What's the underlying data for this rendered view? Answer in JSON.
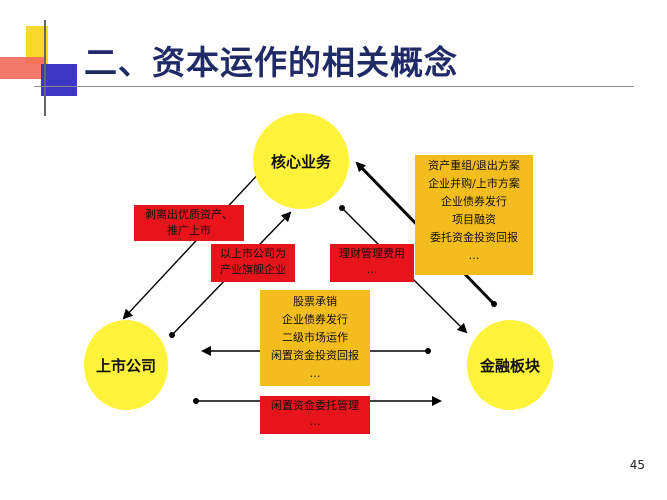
{
  "title": "二、资本运作的相关概念",
  "nodes": {
    "core": "核心业务",
    "listed": "上市公司",
    "finance": "金融板块"
  },
  "boxes": {
    "strip_assets": [
      "剥离出优质资产、",
      "推广上市"
    ],
    "flagship": [
      "以上市公司为",
      "产业旗舰企业"
    ],
    "wealth_fee": [
      "理财管理费用",
      "…"
    ],
    "finance_services": [
      "资产重组/退出方案",
      "企业并购/上市方案",
      "企业债券发行",
      "项目融资",
      "委托资金投资回报",
      "…"
    ],
    "capital_ops": [
      "股票承销",
      "企业债券发行",
      "二级市场运作",
      "闲置资金投资回报",
      "…"
    ],
    "entrusted": [
      "闲置资金委托管理",
      "…"
    ]
  },
  "page_number": "45",
  "colors": {
    "circle": "#fff23a",
    "red_box": "#e8141b",
    "gold_box": "#f3bd1d",
    "title": "#1f2a66"
  }
}
